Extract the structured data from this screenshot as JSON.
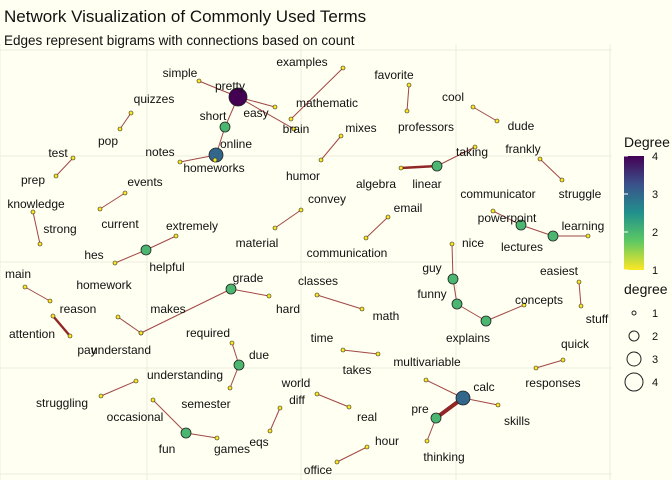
{
  "chart_data": {
    "type": "network",
    "title": "Network Visualization of Commonly Used Terms",
    "subtitle": "Edges represent bigrams with connections based on count",
    "colors": {
      "background": "#fffff2",
      "grid": "#eeeedd",
      "edge": "#8b1a1a",
      "node_outline": "#222222"
    },
    "legend_degree_color": {
      "title": "Degree",
      "ticks": [
        "1",
        "2",
        "3",
        "4"
      ],
      "gradient": [
        "#fde725",
        "#5ec962",
        "#21918c",
        "#3b528b",
        "#440154"
      ]
    },
    "legend_degree_size": {
      "title": "degree",
      "items": [
        {
          "label": "1",
          "value": 1
        },
        {
          "label": "2",
          "value": 2
        },
        {
          "label": "3",
          "value": 3
        },
        {
          "label": "4",
          "value": 4
        }
      ]
    },
    "nodes": [
      {
        "id": "pretty",
        "degree": 4
      },
      {
        "id": "short",
        "degree": 2
      },
      {
        "id": "simple",
        "degree": 1
      },
      {
        "id": "easy",
        "degree": 1
      },
      {
        "id": "mathematic",
        "degree": 1
      },
      {
        "id": "brain",
        "degree": 1
      },
      {
        "id": "examples",
        "degree": 1
      },
      {
        "id": "favorite",
        "degree": 1
      },
      {
        "id": "professors",
        "degree": 1
      },
      {
        "id": "cool",
        "degree": 1
      },
      {
        "id": "dude",
        "degree": 1
      },
      {
        "id": "quizzes",
        "degree": 1
      },
      {
        "id": "pop",
        "degree": 1
      },
      {
        "id": "online",
        "degree": 3
      },
      {
        "id": "notes",
        "degree": 1
      },
      {
        "id": "homeworks",
        "degree": 1
      },
      {
        "id": "mixes",
        "degree": 1
      },
      {
        "id": "humor",
        "degree": 1
      },
      {
        "id": "taking",
        "degree": 1
      },
      {
        "id": "linear",
        "degree": 2
      },
      {
        "id": "algebra",
        "degree": 1
      },
      {
        "id": "frankly",
        "degree": 1
      },
      {
        "id": "struggle",
        "degree": 1
      },
      {
        "id": "test",
        "degree": 1
      },
      {
        "id": "prep",
        "degree": 1
      },
      {
        "id": "events",
        "degree": 1
      },
      {
        "id": "current",
        "degree": 1
      },
      {
        "id": "knowledge",
        "degree": 1
      },
      {
        "id": "strong",
        "degree": 1
      },
      {
        "id": "convey",
        "degree": 1
      },
      {
        "id": "material",
        "degree": 1
      },
      {
        "id": "email",
        "degree": 1
      },
      {
        "id": "communication",
        "degree": 1
      },
      {
        "id": "communicator",
        "degree": 1
      },
      {
        "id": "powerpoint",
        "degree": 2
      },
      {
        "id": "lectures",
        "degree": 2
      },
      {
        "id": "learning",
        "degree": 1
      },
      {
        "id": "extremely",
        "degree": 1
      },
      {
        "id": "helpful",
        "degree": 2
      },
      {
        "id": "hes",
        "degree": 1
      },
      {
        "id": "nice",
        "degree": 1
      },
      {
        "id": "guy",
        "degree": 2
      },
      {
        "id": "funny",
        "degree": 2
      },
      {
        "id": "explains",
        "degree": 2
      },
      {
        "id": "concepts",
        "degree": 1
      },
      {
        "id": "easiest",
        "degree": 1
      },
      {
        "id": "stuff",
        "degree": 1
      },
      {
        "id": "main",
        "degree": 1
      },
      {
        "id": "reason",
        "degree": 1
      },
      {
        "id": "homework",
        "degree": 1
      },
      {
        "id": "makes",
        "degree": 1
      },
      {
        "id": "understand",
        "degree": 1
      },
      {
        "id": "grade",
        "degree": 2
      },
      {
        "id": "hard",
        "degree": 1
      },
      {
        "id": "classes",
        "degree": 1
      },
      {
        "id": "math",
        "degree": 1
      },
      {
        "id": "attention",
        "degree": 1
      },
      {
        "id": "pay",
        "degree": 1
      },
      {
        "id": "required",
        "degree": 1
      },
      {
        "id": "due",
        "degree": 2
      },
      {
        "id": "understanding",
        "degree": 1
      },
      {
        "id": "semester",
        "degree": 1
      },
      {
        "id": "time",
        "degree": 1
      },
      {
        "id": "takes",
        "degree": 1
      },
      {
        "id": "multivariable",
        "degree": 1
      },
      {
        "id": "calc",
        "degree": 3
      },
      {
        "id": "quick",
        "degree": 1
      },
      {
        "id": "responses",
        "degree": 1
      },
      {
        "id": "struggling",
        "degree": 1
      },
      {
        "id": "occasional",
        "degree": 1
      },
      {
        "id": "world",
        "degree": 1
      },
      {
        "id": "real",
        "degree": 1
      },
      {
        "id": "pre",
        "degree": 2
      },
      {
        "id": "skills",
        "degree": 1
      },
      {
        "id": "thinking",
        "degree": 1
      },
      {
        "id": "fun",
        "degree": 2
      },
      {
        "id": "games",
        "degree": 1
      },
      {
        "id": "diff",
        "degree": 1
      },
      {
        "id": "eqs",
        "degree": 1
      },
      {
        "id": "hour",
        "degree": 1
      },
      {
        "id": "office",
        "degree": 1
      }
    ],
    "edges": [
      {
        "from": "simple",
        "to": "pretty",
        "count": 1
      },
      {
        "from": "pretty",
        "to": "easy",
        "count": 1
      },
      {
        "from": "pretty",
        "to": "short",
        "count": 1
      },
      {
        "from": "pretty",
        "to": "brain",
        "count": 1
      },
      {
        "from": "short",
        "to": "online",
        "count": 1
      },
      {
        "from": "notes",
        "to": "online",
        "count": 1
      },
      {
        "from": "online",
        "to": "homeworks",
        "count": 1
      },
      {
        "from": "examples",
        "to": "mathematic",
        "count": 1
      },
      {
        "from": "favorite",
        "to": "professors",
        "count": 1
      },
      {
        "from": "cool",
        "to": "dude",
        "count": 1
      },
      {
        "from": "quizzes",
        "to": "pop",
        "count": 1
      },
      {
        "from": "test",
        "to": "prep",
        "count": 1
      },
      {
        "from": "mixes",
        "to": "humor",
        "count": 1
      },
      {
        "from": "linear",
        "to": "algebra",
        "count": 3
      },
      {
        "from": "taking",
        "to": "linear",
        "count": 1
      },
      {
        "from": "frankly",
        "to": "struggle",
        "count": 1
      },
      {
        "from": "current",
        "to": "events",
        "count": 1
      },
      {
        "from": "knowledge",
        "to": "strong",
        "count": 1
      },
      {
        "from": "convey",
        "to": "material",
        "count": 1
      },
      {
        "from": "email",
        "to": "communication",
        "count": 1
      },
      {
        "from": "communicator",
        "to": "powerpoint",
        "count": 1
      },
      {
        "from": "powerpoint",
        "to": "lectures",
        "count": 1
      },
      {
        "from": "lectures",
        "to": "learning",
        "count": 1
      },
      {
        "from": "extremely",
        "to": "helpful",
        "count": 1
      },
      {
        "from": "hes",
        "to": "helpful",
        "count": 1
      },
      {
        "from": "nice",
        "to": "guy",
        "count": 1
      },
      {
        "from": "guy",
        "to": "funny",
        "count": 1
      },
      {
        "from": "funny",
        "to": "explains",
        "count": 1
      },
      {
        "from": "explains",
        "to": "concepts",
        "count": 1
      },
      {
        "from": "easiest",
        "to": "stuff",
        "count": 1
      },
      {
        "from": "main",
        "to": "reason",
        "count": 1
      },
      {
        "from": "homework",
        "to": "understand",
        "count": 1
      },
      {
        "from": "makes",
        "to": "grade",
        "count": 1
      },
      {
        "from": "grade",
        "to": "hard",
        "count": 1
      },
      {
        "from": "classes",
        "to": "math",
        "count": 1
      },
      {
        "from": "pay",
        "to": "attention",
        "count": 3
      },
      {
        "from": "required",
        "to": "due",
        "count": 1
      },
      {
        "from": "due",
        "to": "semester",
        "count": 1
      },
      {
        "from": "time",
        "to": "takes",
        "count": 1
      },
      {
        "from": "multivariable",
        "to": "calc",
        "count": 1
      },
      {
        "from": "calc",
        "to": "skills",
        "count": 1
      },
      {
        "from": "pre",
        "to": "calc",
        "count": 5
      },
      {
        "from": "pre",
        "to": "thinking",
        "count": 1
      },
      {
        "from": "quick",
        "to": "responses",
        "count": 1
      },
      {
        "from": "understanding",
        "to": "struggling",
        "count": 1
      },
      {
        "from": "occasional",
        "to": "fun",
        "count": 1
      },
      {
        "from": "fun",
        "to": "games",
        "count": 1
      },
      {
        "from": "world",
        "to": "real",
        "count": 1
      },
      {
        "from": "diff",
        "to": "eqs",
        "count": 1
      },
      {
        "from": "office",
        "to": "hour",
        "count": 1
      }
    ]
  }
}
